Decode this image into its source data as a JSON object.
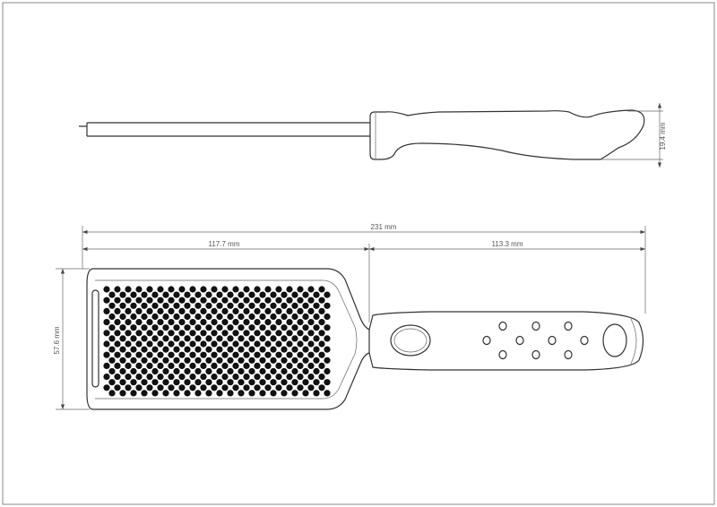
{
  "title": "Grater technical drawing",
  "dimensions": {
    "handle_height": "19.4 mm",
    "total_length": "231 mm",
    "grater_length": "117.7 mm",
    "handle_length": "113.3 mm",
    "grater_width": "57.6 mm"
  },
  "colors": {
    "line": "#333333",
    "holes": "#111111",
    "frame": "#888888"
  }
}
